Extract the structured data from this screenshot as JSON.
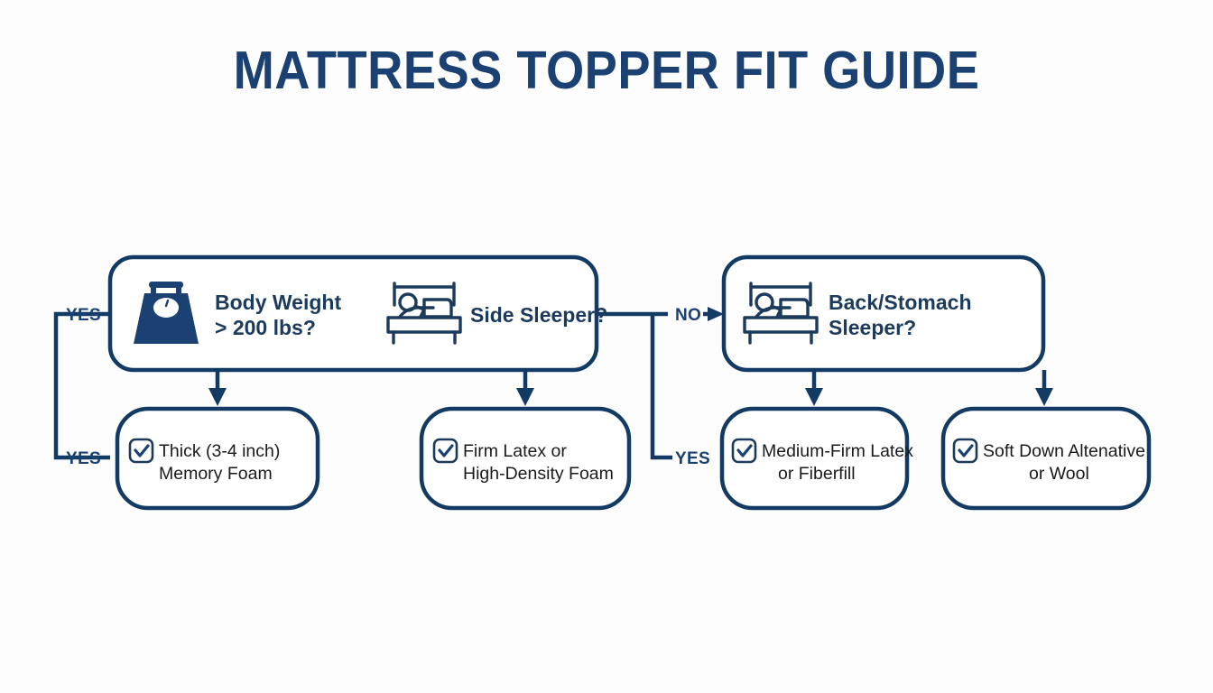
{
  "page": {
    "title": "MATTRESS TOPPER FIT GUIDE",
    "background_color": "#fdfdfd",
    "accent_color": "#1b4172",
    "border_color": "#123a63",
    "text_color": "#1a1a1a"
  },
  "decisions": [
    {
      "id": "weight-sleeper-decision",
      "questions": [
        {
          "icon": "weight-scale-icon",
          "text_line1": "Body Weight",
          "text_line2": "> 200 lbs?"
        },
        {
          "icon": "side-sleeper-bed-icon",
          "text_line1": "Side Sleeper?",
          "text_line2": ""
        }
      ]
    },
    {
      "id": "back-stomach-sleeper-decision",
      "questions": [
        {
          "icon": "back-stomach-sleeper-bed-icon",
          "text_line1": "Back/Stomach",
          "text_line2": "Sleeper?"
        }
      ]
    }
  ],
  "results": [
    {
      "id": "thick-memory-foam-result",
      "icon": "checkbox-checked-icon",
      "line1": "Thick (3-4 inch)",
      "line2": "Memory Foam"
    },
    {
      "id": "firm-latex-result",
      "icon": "checkbox-checked-icon",
      "line1": "Firm Latex or",
      "line2": "High-Density Foam"
    },
    {
      "id": "medium-firm-latex-result",
      "icon": "checkbox-checked-icon",
      "line1": "Medium-Firm Latex",
      "line2": "or Fiberfill"
    },
    {
      "id": "soft-down-result",
      "icon": "checkbox-checked-icon",
      "line1": "Soft Down Altenative",
      "line2": "or Wool"
    }
  ],
  "branch_labels": {
    "yes_top_left": "YES",
    "yes_bottom_left": "YES",
    "no_right": "NO",
    "yes_bottom_right": "YES"
  }
}
